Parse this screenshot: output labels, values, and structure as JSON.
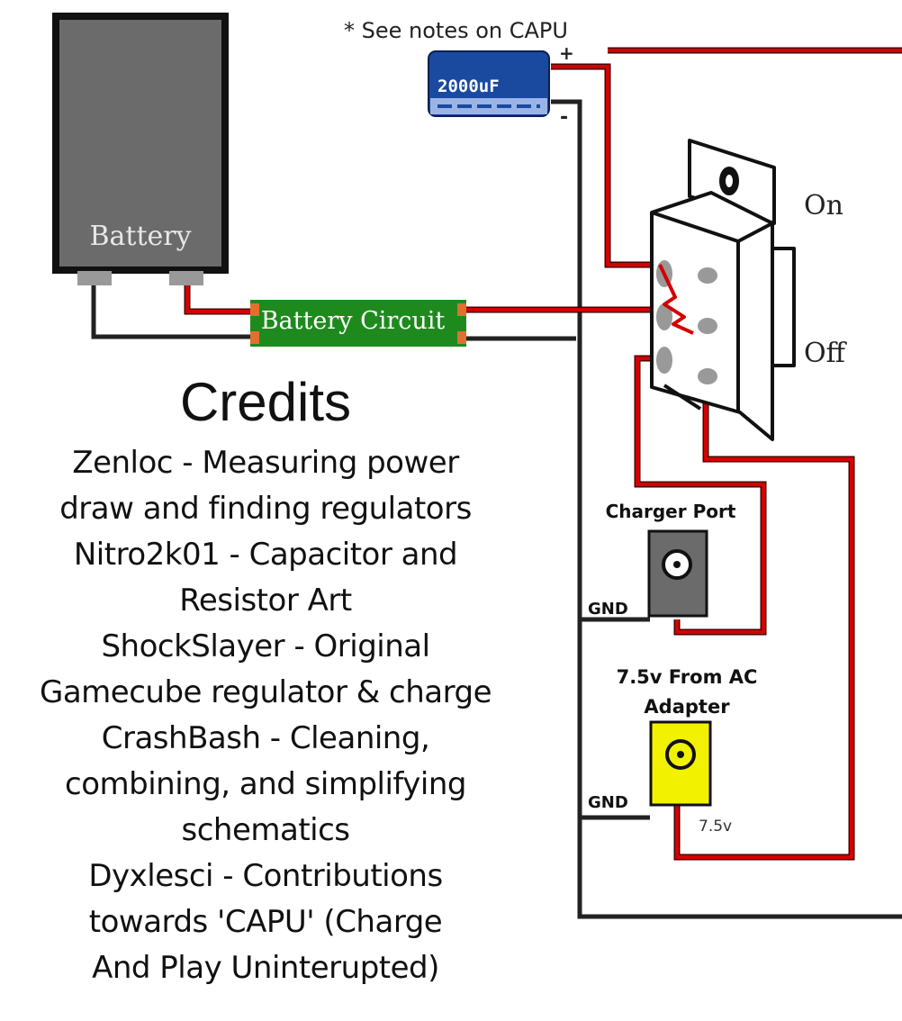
{
  "note": "* See notes on CAPU",
  "capacitor": {
    "label": "2000uF",
    "plus": "+",
    "minus": "-"
  },
  "battery": {
    "label": "Battery"
  },
  "battery_circuit": {
    "label": "Battery Circuit"
  },
  "switch": {
    "on_label": "On",
    "off_label": "Off"
  },
  "charger_port": {
    "label": "Charger Port",
    "gnd": "GND"
  },
  "ac_adapter": {
    "label_line1": "7.5v From AC",
    "label_line2": "Adapter",
    "gnd": "GND",
    "voltage": "7.5v"
  },
  "credits": {
    "title": "Credits",
    "lines": [
      "Zenloc - Measuring power",
      "draw and finding regulators",
      "Nitro2k01 - Capacitor and",
      "Resistor Art",
      "ShockSlayer - Original",
      "Gamecube regulator & charge",
      "CrashBash - Cleaning,",
      "combining, and simplifying",
      "schematics",
      "Dyxlesci - Contributions",
      "towards 'CAPU' (Charge",
      "And Play Uninterupted)"
    ]
  },
  "colors": {
    "wire_positive": "#d40000",
    "wire_ground": "#222222",
    "battery_body": "#6b6b6b",
    "circuit_board": "#1e8a1e",
    "capacitor": "#1a4aa0",
    "ac_port": "#f2f200"
  }
}
